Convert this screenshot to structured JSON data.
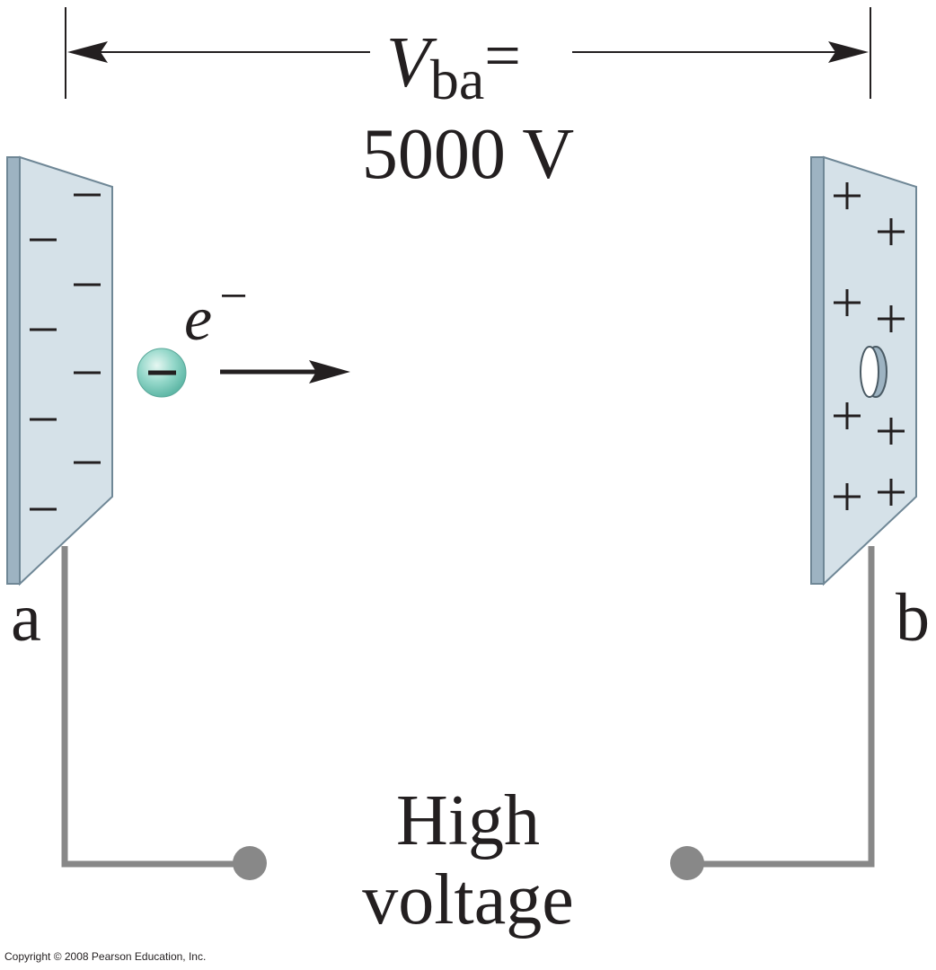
{
  "labels": {
    "voltage_symbol": "V",
    "voltage_subscript": "ba",
    "equals": "=",
    "voltage_value": "5000 V",
    "electron_symbol": "e",
    "electron_superscript": "−",
    "plate_a": "a",
    "plate_b": "b",
    "source_line1": "High",
    "source_line2": "voltage",
    "copyright": "Copyright © 2008 Pearson Education, Inc."
  },
  "colors": {
    "plate_face": "#d5e1e8",
    "plate_edge": "#9db3c2",
    "wire": "#888888",
    "ink": "#231f20",
    "electron": "#8fd4c6"
  }
}
